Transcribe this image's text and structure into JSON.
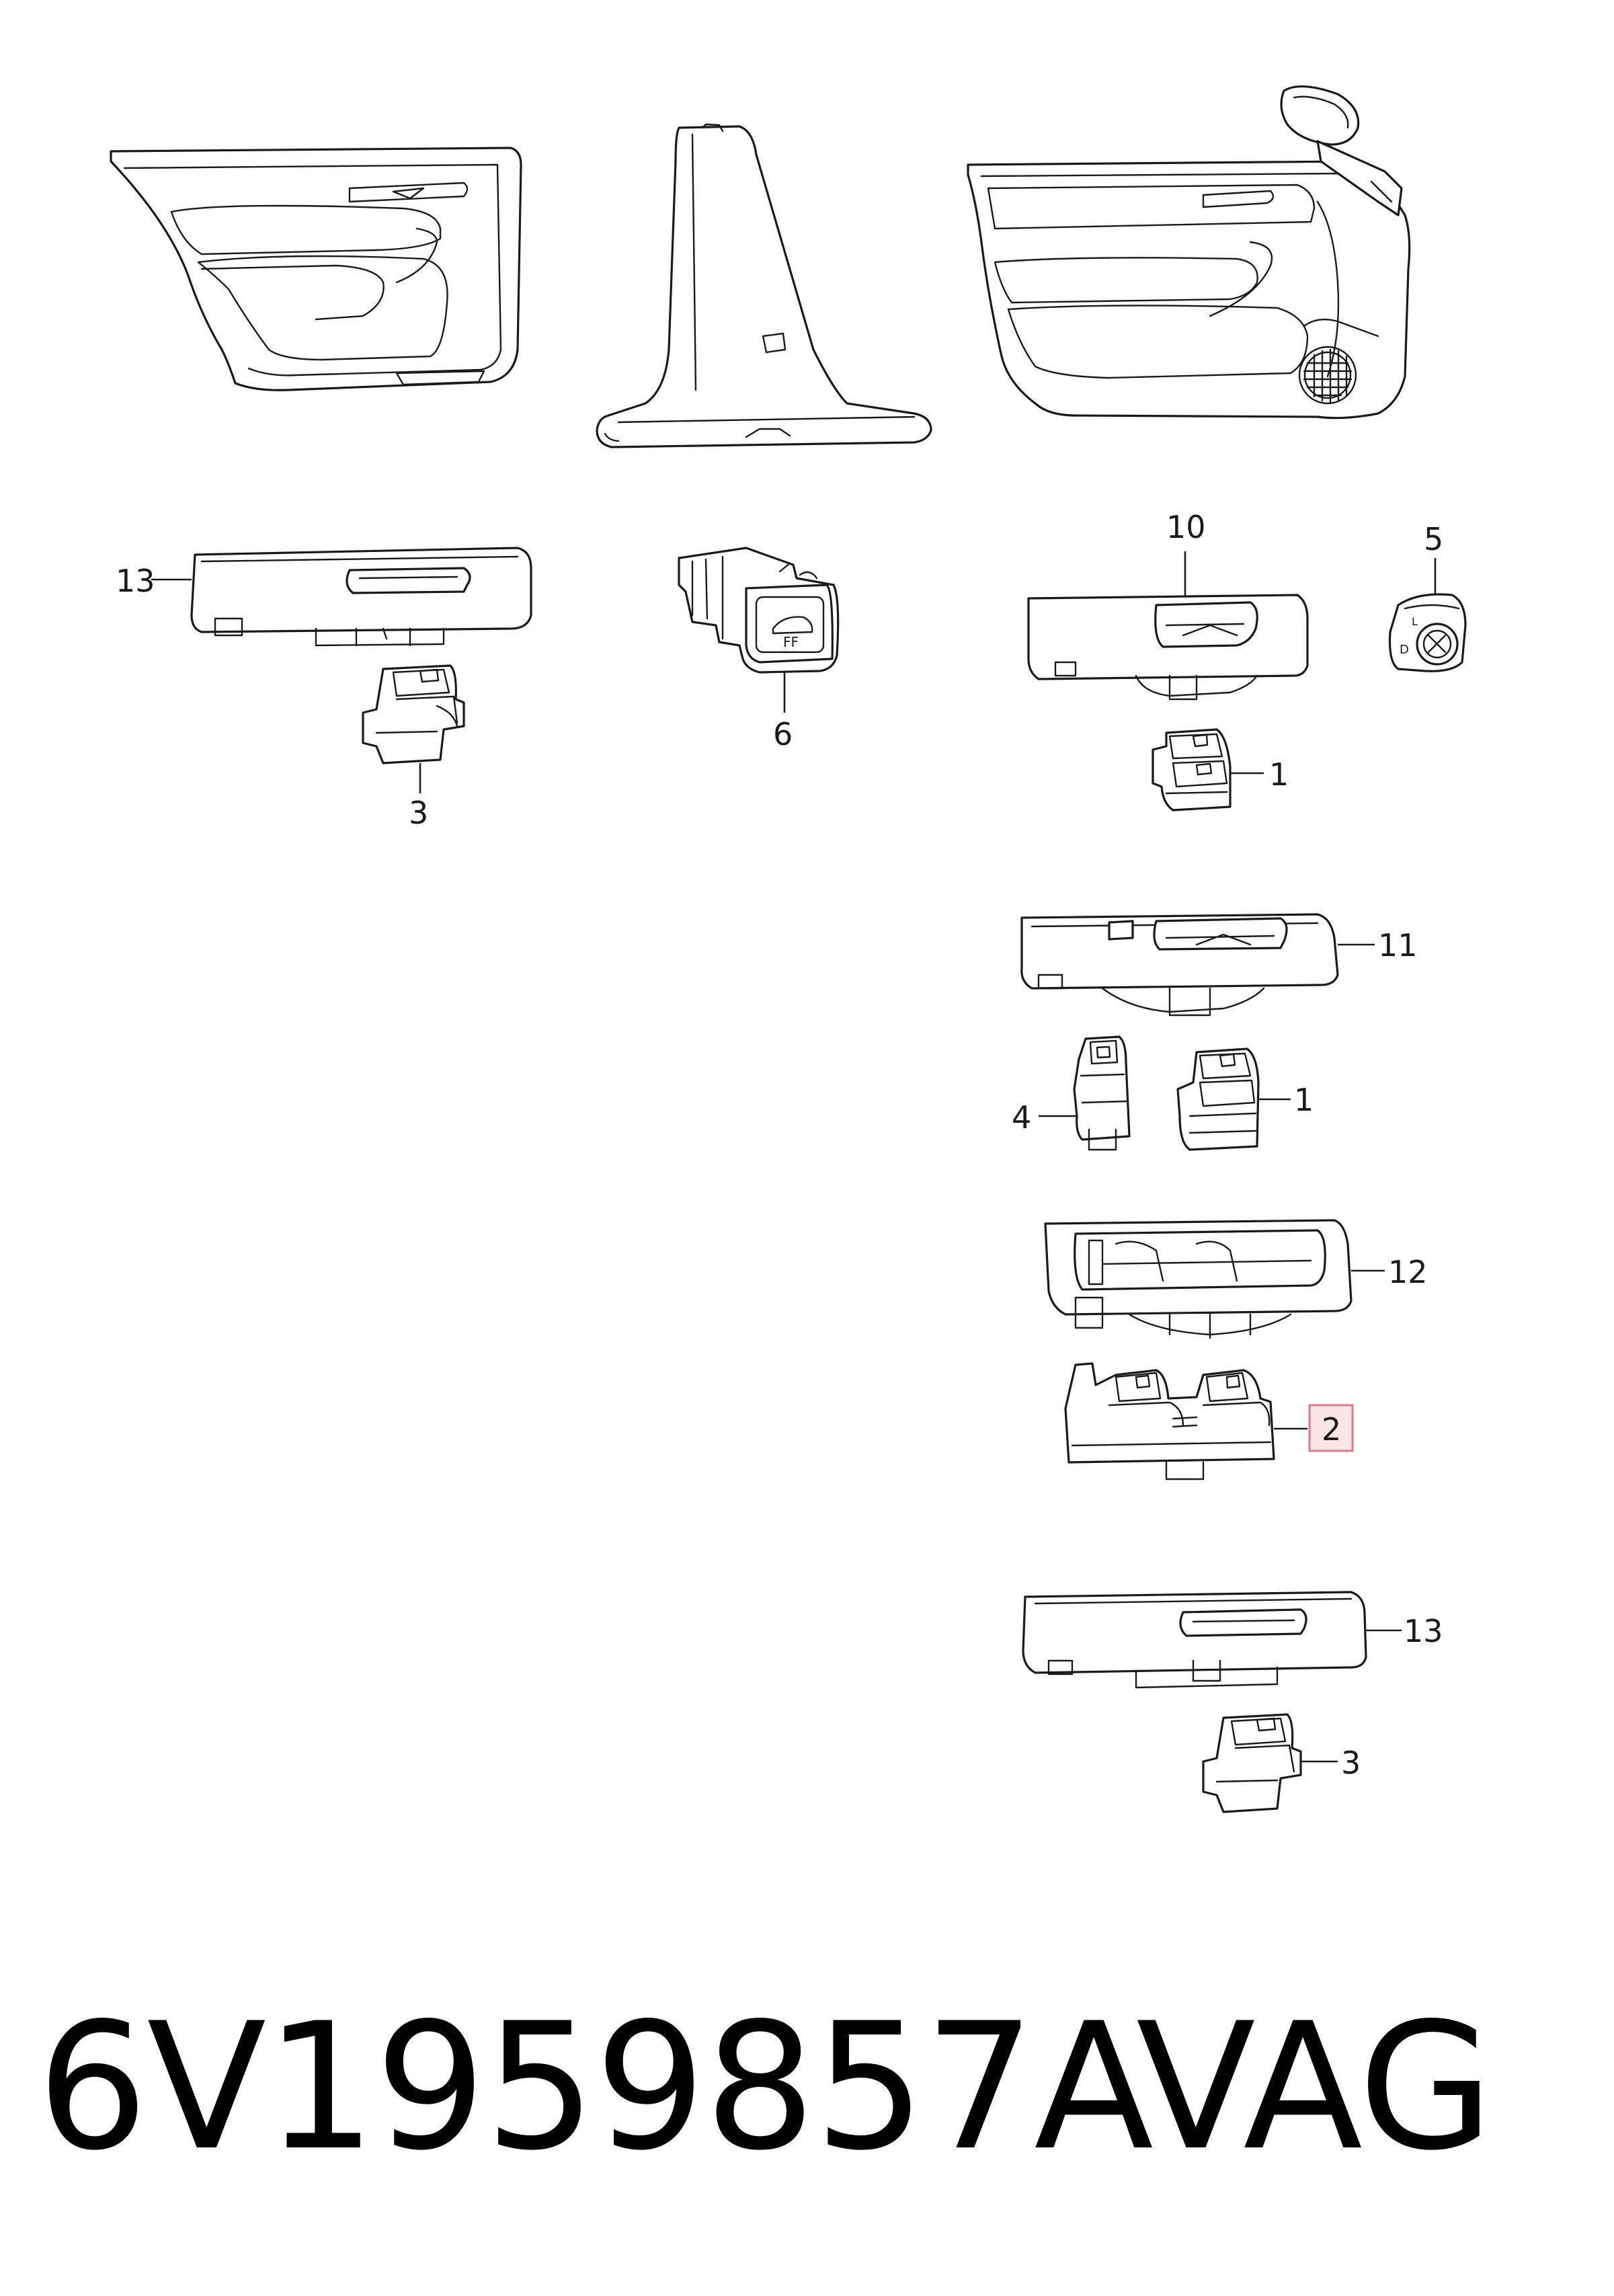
{
  "callouts": {
    "c13a": "13",
    "c3a": "3",
    "c6": "6",
    "c10": "10",
    "c5": "5",
    "c1a": "1",
    "c11": "11",
    "c4": "4",
    "c1b": "1",
    "c12": "12",
    "c2": "2",
    "c13b": "13",
    "c3b": "3"
  },
  "highlighted_callout": "2",
  "footer": {
    "part_number": "6V1959857A",
    "brand": "VAG"
  },
  "colors": {
    "line": "#1a1a1a",
    "highlight_fill": "#fde4e6",
    "highlight_stroke": "#e07a85"
  }
}
